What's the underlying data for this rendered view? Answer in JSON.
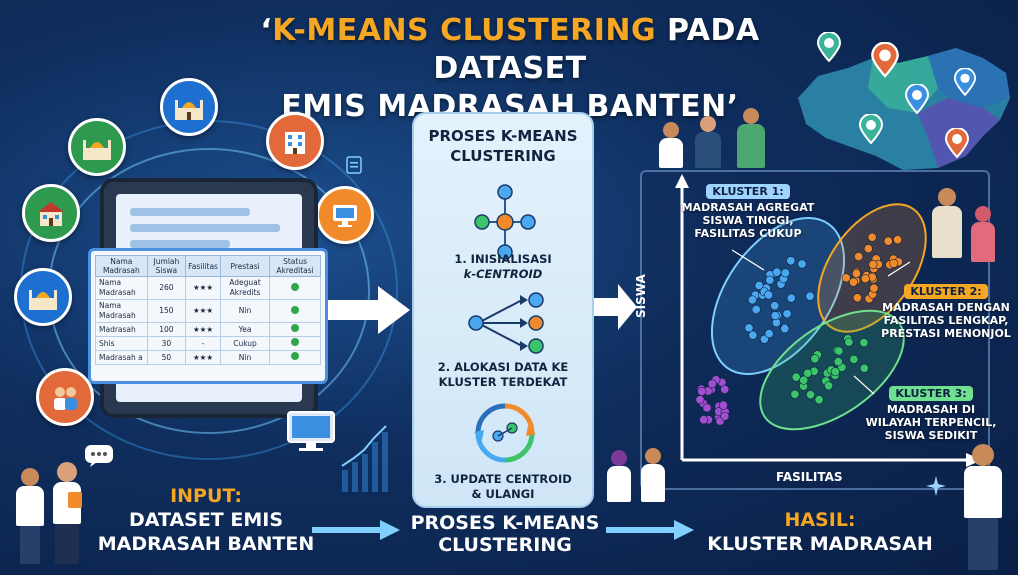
{
  "title": {
    "open_quote": "‘",
    "highlight": "K-MEANS CLUSTERING",
    "line1_rest": " PADA DATASET",
    "line2": "EMIS MADRASAH BANTEN’"
  },
  "input_table": {
    "headers": [
      "Nama Madrasah",
      "Jumlah Siswa",
      "Fasilitas",
      "Prestasi",
      "Status Akreditasi"
    ],
    "rows": [
      {
        "nama": "Nama Madrasah",
        "siswa": "260",
        "fasilitas": "★★★",
        "prestasi": "Adeguat Akredits"
      },
      {
        "nama": "Nama Madrasah",
        "siswa": "150",
        "fasilitas": "★★★",
        "prestasi": "Nin"
      },
      {
        "nama": "Madrasah",
        "siswa": "100",
        "fasilitas": "★★★",
        "prestasi": "Yea"
      },
      {
        "nama": "Shis",
        "siswa": "30",
        "fasilitas": "-",
        "prestasi": "Cukup"
      },
      {
        "nama": "Madrasah a",
        "siswa": "50",
        "fasilitas": "★★★",
        "prestasi": "Nin"
      }
    ]
  },
  "process": {
    "title_line1": "PROSES K-MEANS",
    "title_line2": "CLUSTERING",
    "step1_line1": "1. INISIALISASI",
    "step1_line2": "k-CENTROID",
    "step2_line1": "2. ALOKASI DATA KE",
    "step2_line2": "KLUSTER TERDEKAT",
    "step3_line1": "3. UPDATE CENTROID",
    "step3_line2": "& ULANGI"
  },
  "bottom": {
    "input_head": "INPUT:",
    "input_line1": "DATASET EMIS",
    "input_line2": "MADRASAH BANTEN",
    "process_line1": "PROSES K-MEANS",
    "process_line2": "CLUSTERING",
    "result_head": "HASIL:",
    "result_line": "KLUSTER MADRASAH"
  },
  "chart": {
    "ylabel": "SISWA",
    "xlabel": "FASILITAS"
  },
  "clusters": [
    {
      "title": "KLUSTER 1:",
      "desc_line1": "MADRASAH AGREGAT",
      "desc_line2": "SISWA TINGGI,",
      "desc_line3": "FASILITAS CUKUP",
      "color": "#4aa8f0",
      "title_bg": "#9fd4ff"
    },
    {
      "title": "KLUSTER 2:",
      "desc_line1": "MADRASAH DENGAN",
      "desc_line2": "FASILITAS LENGKAP,",
      "desc_line3": "PRESTASI MENONJOL",
      "color": "#f08a2a",
      "title_bg": "#f5a623"
    },
    {
      "title": "KLUSTER 3:",
      "desc_line1": "MADRASAH DI",
      "desc_line2": "WILAYAH TERPENCIL,",
      "desc_line3": "SISWA SEDIKIT",
      "color": "#3cc46a",
      "title_bg": "#6fe08f"
    }
  ],
  "colors": {
    "accent": "#f5a623",
    "background": "#0f2e5e",
    "cluster_purple": "#a04fd0"
  },
  "icons": [
    "mosque-icon",
    "school-building-icon",
    "office-building-icon",
    "monitor-icon",
    "map-pin-icon",
    "chat-bubble-icon",
    "stats-bars-icon"
  ]
}
